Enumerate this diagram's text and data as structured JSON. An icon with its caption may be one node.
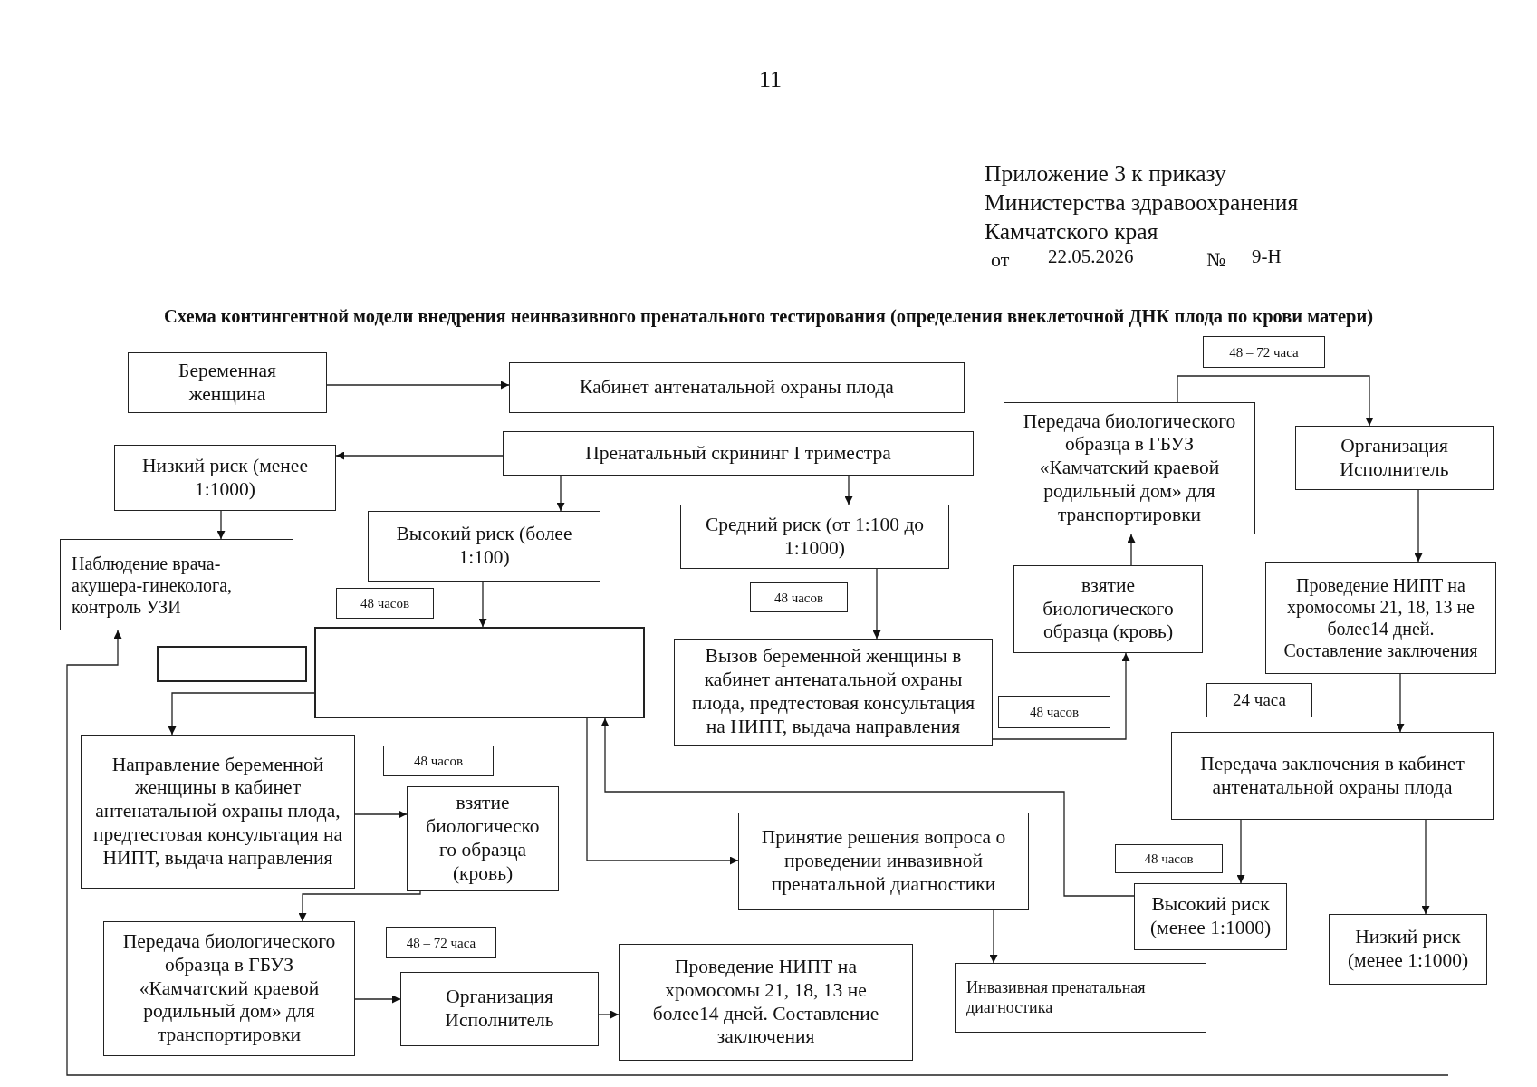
{
  "diagram": {
    "title": "Схема контингентной модели внедрения неинвазивного пренатального тестирования (определения внеклеточной ДНК плода по крови матери)",
    "nodes": [
      {
        "text": [
          "Беременная женщина"
        ]
      },
      {
        "text": [
          "Кабинет антенатальной охраны плода"
        ]
      },
      {
        "text": [
          "Пренатальный скрининг I триместра"
        ]
      },
      {
        "text": [
          "Низкий риск (менее 1:1000)"
        ]
      },
      {
        "text": [
          "Высокий риск (более 1:100)"
        ]
      },
      {
        "text": [
          "Средний риск (от 1:100 до 1:1000)"
        ]
      },
      {
        "text": [
          "Наблюдение врача-акушера-гинеколога, контроль УЗИ"
        ]
      },
      {
        "text": [],
        "shape": "box"
      },
      {
        "text": [],
        "shape": "box"
      },
      {
        "text": [
          "Вызов беременной женщины в кабинет антенатальной охраны плода, предтестовая консультация на НИПТ, выдача направления"
        ]
      },
      {
        "text": [
          "Направление беременной женщины в кабинет антенатальной охраны плода, предтестовая консультация на НИПТ, выдача направления"
        ]
      },
      {
        "text": [
          "взятие биологическо го образца (кровь)"
        ]
      },
      {
        "text": [
          "Принятие решения вопроса о проведении инвазивной пренатальной диагностики"
        ]
      },
      {
        "text": [
          "Передача биологического образца в ГБУЗ «Камчатский краевой родильный дом» для транспортировки"
        ]
      },
      {
        "text": [
          "Организация Исполнитель"
        ]
      },
      {
        "text": [
          "Проведение НИПТ на хромосомы 21, 18, 13 не более14 дней. Составление заключения"
        ]
      },
      {
        "text": [
          "Инвазивная пренатальная диагностика"
        ]
      },
      {
        "text": [
          "Передача биологического образца в ГБУЗ «Камчатский краевой родильный дом» для транспортировки"
        ]
      },
      {
        "text": [
          "взятие биологического образца (кровь)"
        ]
      },
      {
        "text": [
          "Организация Исполнитель"
        ]
      },
      {
        "text": [
          "Проведение НИПТ на хромосомы 21, 18, 13 не более14 дней. Составление заключения"
        ]
      },
      {
        "text": [
          "Передача заключения в кабинет антенатальной охраны плода"
        ]
      },
      {
        "text": [
          "Высокий риск (менее 1:1000)"
        ]
      },
      {
        "text": [
          "Низкий риск (менее 1:1000)"
        ]
      },
      {
        "text": [
          "48 – 72 часа"
        ]
      },
      {
        "text": [
          "48 часов"
        ]
      },
      {
        "text": [
          "48 часов"
        ]
      },
      {
        "text": [
          "48 часов"
        ]
      },
      {
        "text": [
          "24 часа"
        ]
      },
      {
        "text": [
          "48 часов"
        ]
      },
      {
        "text": [
          "48 – 72 часа"
        ]
      },
      {
        "text": [
          "48 часов"
        ]
      }
    ],
    "edges": [
      {
        "from": 0,
        "to": 1,
        "arrow": "to"
      },
      {
        "from": 2,
        "to": 3,
        "arrow": "to"
      },
      {
        "from": 2,
        "to": 4,
        "arrow": "to"
      },
      {
        "from": 2,
        "to": 5,
        "arrow": "to"
      },
      {
        "from": 3,
        "to": 6,
        "arrow": "to"
      },
      {
        "from": 4,
        "to": 8,
        "arrow": "to"
      },
      {
        "from": 5,
        "to": 9,
        "arrow": "to"
      },
      {
        "from": 8,
        "to": 10,
        "arrow": "to"
      },
      {
        "from": 10,
        "to": 11,
        "arrow": "to"
      },
      {
        "from": 11,
        "to": 13,
        "arrow": "to"
      },
      {
        "from": 13,
        "to": 14,
        "arrow": "to"
      },
      {
        "from": 14,
        "to": 15,
        "arrow": "to"
      },
      {
        "from": 8,
        "to": 12,
        "arrow": "to"
      },
      {
        "from": 22,
        "to": 8,
        "arrow": "to"
      },
      {
        "from": 9,
        "to": 18,
        "arrow": "to"
      },
      {
        "from": 18,
        "to": 17,
        "arrow": "to"
      },
      {
        "from": 17,
        "to": 19,
        "arrow": "to"
      },
      {
        "from": 19,
        "to": 20,
        "arrow": "to"
      },
      {
        "from": 20,
        "to": 21,
        "arrow": "to"
      },
      {
        "from": 21,
        "to": 22,
        "arrow": "to"
      },
      {
        "from": 21,
        "to": 23,
        "arrow": "to"
      },
      {
        "from": 12,
        "to": 16,
        "arrow": "to"
      },
      {
        "from": null,
        "to": 6,
        "arrow": "to"
      }
    ],
    "labels": [
      "11",
      "Приложение 3 к приказу Министерства здравоохранения Камчатского края",
      "от",
      "22.05.2026",
      "№",
      "9-Н"
    ]
  }
}
